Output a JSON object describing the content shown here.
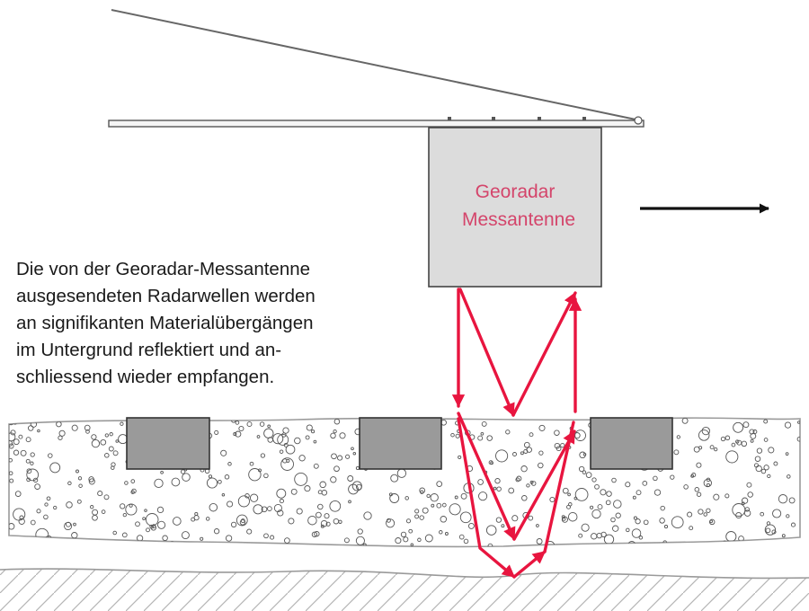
{
  "antenna": {
    "label_line1": "Georadar",
    "label_line2": "Messantenne"
  },
  "description": {
    "lines": [
      "Die von der Georadar-Messantenne",
      "ausgesendeten Radarwellen werden",
      "an signifikanten Materialübergängen",
      "im Untergrund reflektiert und an-",
      "schliessend wieder empfangen."
    ]
  },
  "colors": {
    "wave": "#e8153f",
    "wave_label": "#d4456b",
    "antenna_fill": "#dcdcdc",
    "block_fill": "#9a9a9a",
    "outline": "#333333"
  }
}
